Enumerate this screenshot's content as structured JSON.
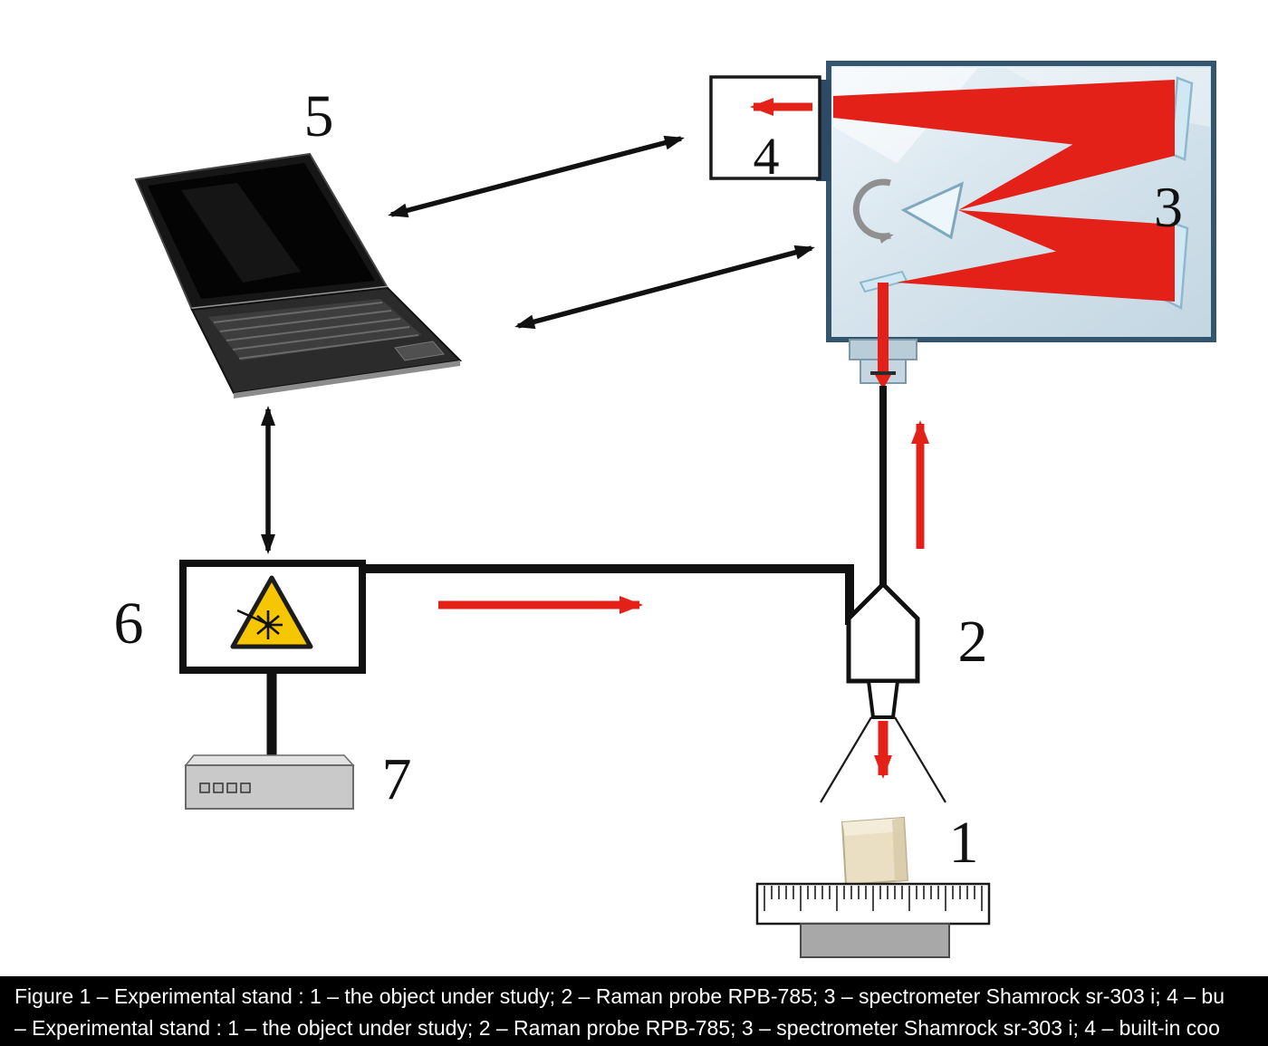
{
  "figure": {
    "caption_line1": "Figure 1 – Experimental stand : 1 – the object under study; 2 – Raman probe RPB-785; 3 – spectrometer Shamrock sr-303 i; 4 – bu",
    "caption_line2": "– Experimental stand : 1 – the object under study; 2 – Raman probe RPB-785; 3 – spectrometer Shamrock sr-303 i; 4 – built-in coo"
  },
  "labels": {
    "object": "1",
    "probe": "2",
    "spectrometer": "3",
    "detector": "4",
    "computer": "5",
    "laser": "6",
    "power_supply": "7"
  },
  "colors": {
    "beam": "#e32119",
    "warning_yellow": "#f6c700",
    "spectrometer_frame": "#33566e",
    "caption_background": "#000000",
    "caption_text": "#ffffff"
  }
}
